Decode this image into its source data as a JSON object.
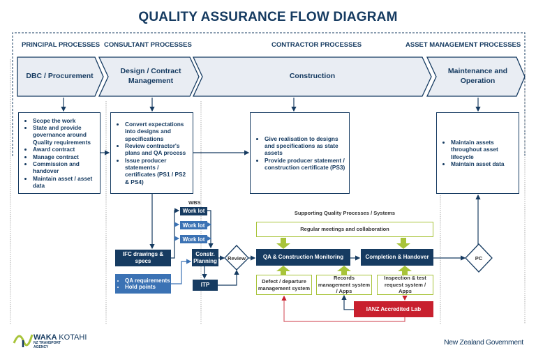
{
  "title": "QUALITY ASSURANCE FLOW DIAGRAM",
  "sections": [
    "PRINCIPAL PROCESSES",
    "CONSULTANT PROCESSES",
    "CONTRACTOR PROCESSES",
    "ASSET MANAGEMENT PROCESSES"
  ],
  "phases": [
    "DBC / Procurement",
    "Design / Contract Management",
    "Construction",
    "Maintenance and Operation"
  ],
  "principal_items": [
    "Scope the work",
    "State and provide governance around Quality requirements",
    "Award contract",
    "Manage contract",
    "Commission and handover",
    "Maintain asset / asset data"
  ],
  "consultant_items": [
    "Convert expectations into designs and specifications",
    "Review contractor's plans and QA process",
    "Issue producer statements / certificates (PS1 / PS2 & PS4)"
  ],
  "contractor_items": [
    "Give realisation to designs and specifications as state assets",
    "Provide producer statement / construction certificate (PS3)"
  ],
  "asset_items": [
    "Maintain assets throughout asset lifecycle",
    "Maintain asset data"
  ],
  "flow": {
    "wbs": "WBS",
    "work_lot": [
      "Work lot",
      "Work lot",
      "Work lot"
    ],
    "ifc": "IFC drawings & specs",
    "qa_items": [
      "QA requirements",
      "Hold points"
    ],
    "constr_planning": "Constr. Planning",
    "itp": "ITP",
    "review": "Review",
    "supporting_label": "Supporting Quality Processes / Systems",
    "meetings": "Regular meetings and collaboration",
    "qa_monitoring": "QA & Construction Monitoring",
    "completion": "Completion & Handover",
    "defect": "Defect / departure management system",
    "records": "Records management system / Apps",
    "inspection": "Inspection & test request system / Apps",
    "lab": "IANZ Accredited Lab",
    "pc": "PC"
  },
  "footer": {
    "logo_left": "WAKA KOTAHI NZ TRANSPORT AGENCY",
    "logo_right": "New Zealand Government"
  },
  "colors": {
    "navy": "#163b61",
    "mid_blue": "#3b72b4",
    "green": "#a8c43a",
    "red": "#c8202e",
    "chevron_fill": "#e9edf3"
  }
}
